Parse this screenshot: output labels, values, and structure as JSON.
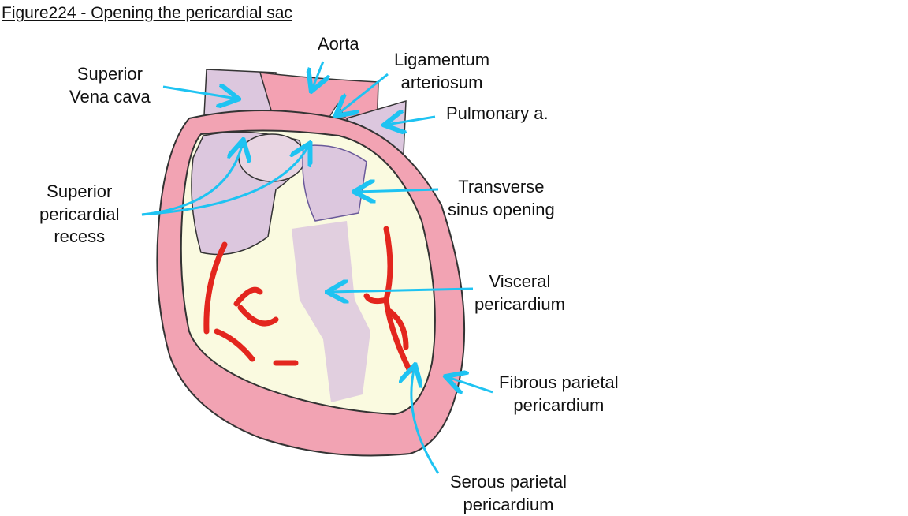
{
  "title": "Figure224 - Opening the pericardial sac",
  "labels": {
    "svc": [
      "Superior",
      "Vena cava"
    ],
    "aorta": [
      "Aorta"
    ],
    "ligamentum": [
      "Ligamentum",
      "arteriosum"
    ],
    "pulmonary": [
      "Pulmonary a."
    ],
    "recess": [
      "Superior",
      "pericardial",
      "recess"
    ],
    "transverse": [
      "Transverse",
      "sinus opening"
    ],
    "visceral": [
      "Visceral",
      "pericardium"
    ],
    "fibrous": [
      "Fibrous parietal",
      "pericardium"
    ],
    "serous": [
      "Serous parietal",
      "pericardium"
    ]
  },
  "colors": {
    "arrow": "#1ec3f2",
    "pericardium": "#f2a3b3",
    "vessel": "#dcc7de",
    "heart": "#fafae0",
    "coronary": "#e3261e"
  }
}
